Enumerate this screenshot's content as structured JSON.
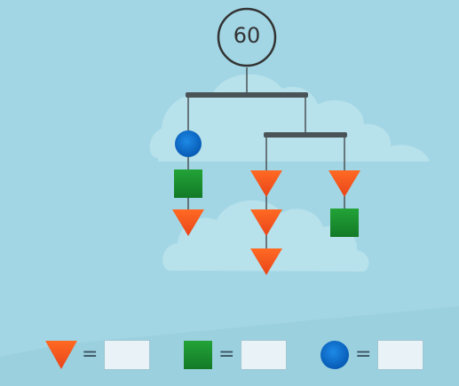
{
  "puzzle": {
    "total": "60",
    "equals_sign": "="
  },
  "shapes": {
    "triangle": {
      "icon": "orange-down-triangle",
      "color": "#ff5a1c",
      "value": ""
    },
    "square": {
      "icon": "green-square",
      "color": "#1b9130",
      "value": ""
    },
    "circle": {
      "icon": "blue-circle",
      "color": "#0a6fd1",
      "value": ""
    }
  },
  "colors": {
    "background": "#a2d6e4",
    "cloud": "#b9e2ec",
    "bar": "#4a5358"
  }
}
